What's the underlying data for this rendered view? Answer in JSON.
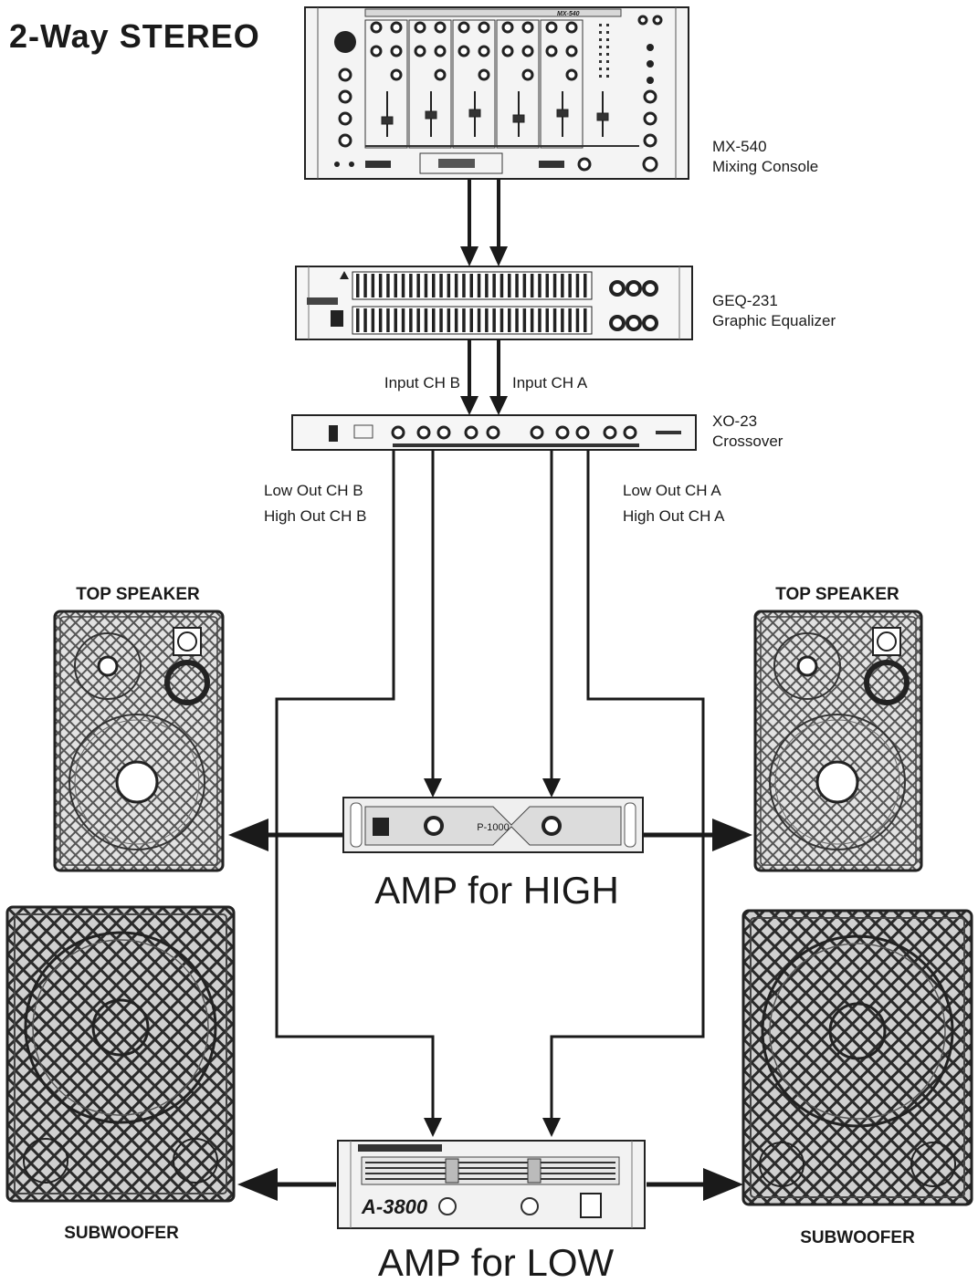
{
  "title": "2-Way STEREO",
  "mixer": {
    "brand_label": "MX-540",
    "caption_model": "MX-540",
    "caption_desc": "Mixing Console"
  },
  "equalizer": {
    "caption_model": "GEQ-231",
    "caption_desc": "Graphic Equalizer"
  },
  "crossover": {
    "caption_model": "XO-23",
    "caption_desc": "Crossover",
    "input_b": "Input CH B",
    "input_a": "Input CH A"
  },
  "outputs": {
    "left_low": "Low Out CH B",
    "left_high": "High Out CH B",
    "right_low": "Low Out CH A",
    "right_high": "High Out CH A"
  },
  "speakers": {
    "top_left": "TOP SPEAKER",
    "top_right": "TOP SPEAKER",
    "sub_left": "SUBWOOFER",
    "sub_right": "SUBWOOFER"
  },
  "amp_high": {
    "model_label": "P-1000",
    "caption": "AMP for HIGH"
  },
  "amp_low": {
    "model_label": "A-3800",
    "caption": "AMP for LOW"
  },
  "colors": {
    "line": "#1a1a1a",
    "device_face": "#f2f2f2",
    "device_dark": "#2a2a2a",
    "grille": "#c9c9c9"
  }
}
